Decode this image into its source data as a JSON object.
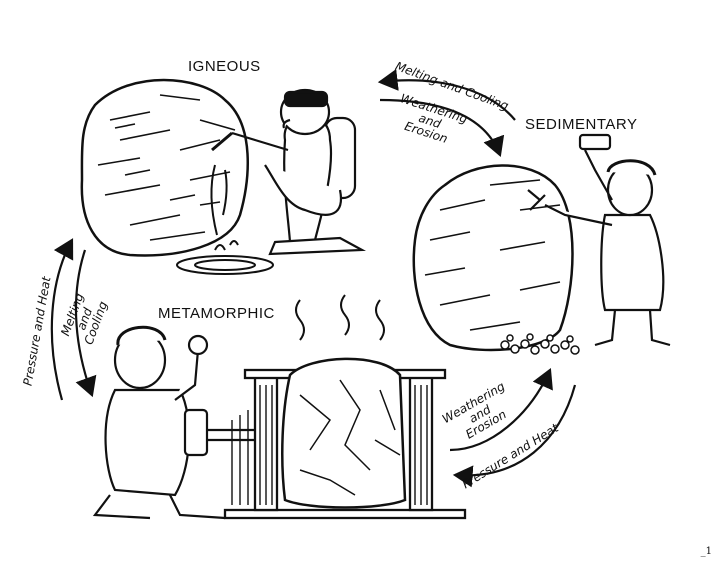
{
  "labels": {
    "igneous": "IGNEOUS",
    "sedimentary": "SEDIMENTARY",
    "metamorphic": "METAMORPHIC"
  },
  "arrows": {
    "top_melting_cooling": "Melting and Cooling",
    "top_weathering_erosion": [
      "Weathering",
      "and",
      "Erosion"
    ],
    "left_pressure_heat": "Pressure and Heat",
    "left_melting_cooling": [
      "Melting",
      "and",
      "Cooling"
    ],
    "right_weathering_erosion": [
      "Weathering",
      "and",
      "Erosion"
    ],
    "right_pressure_heat": "Pressure and Heat"
  },
  "corner_mark": "_1",
  "colors": {
    "ink": "#111111",
    "paper": "#ffffff"
  }
}
